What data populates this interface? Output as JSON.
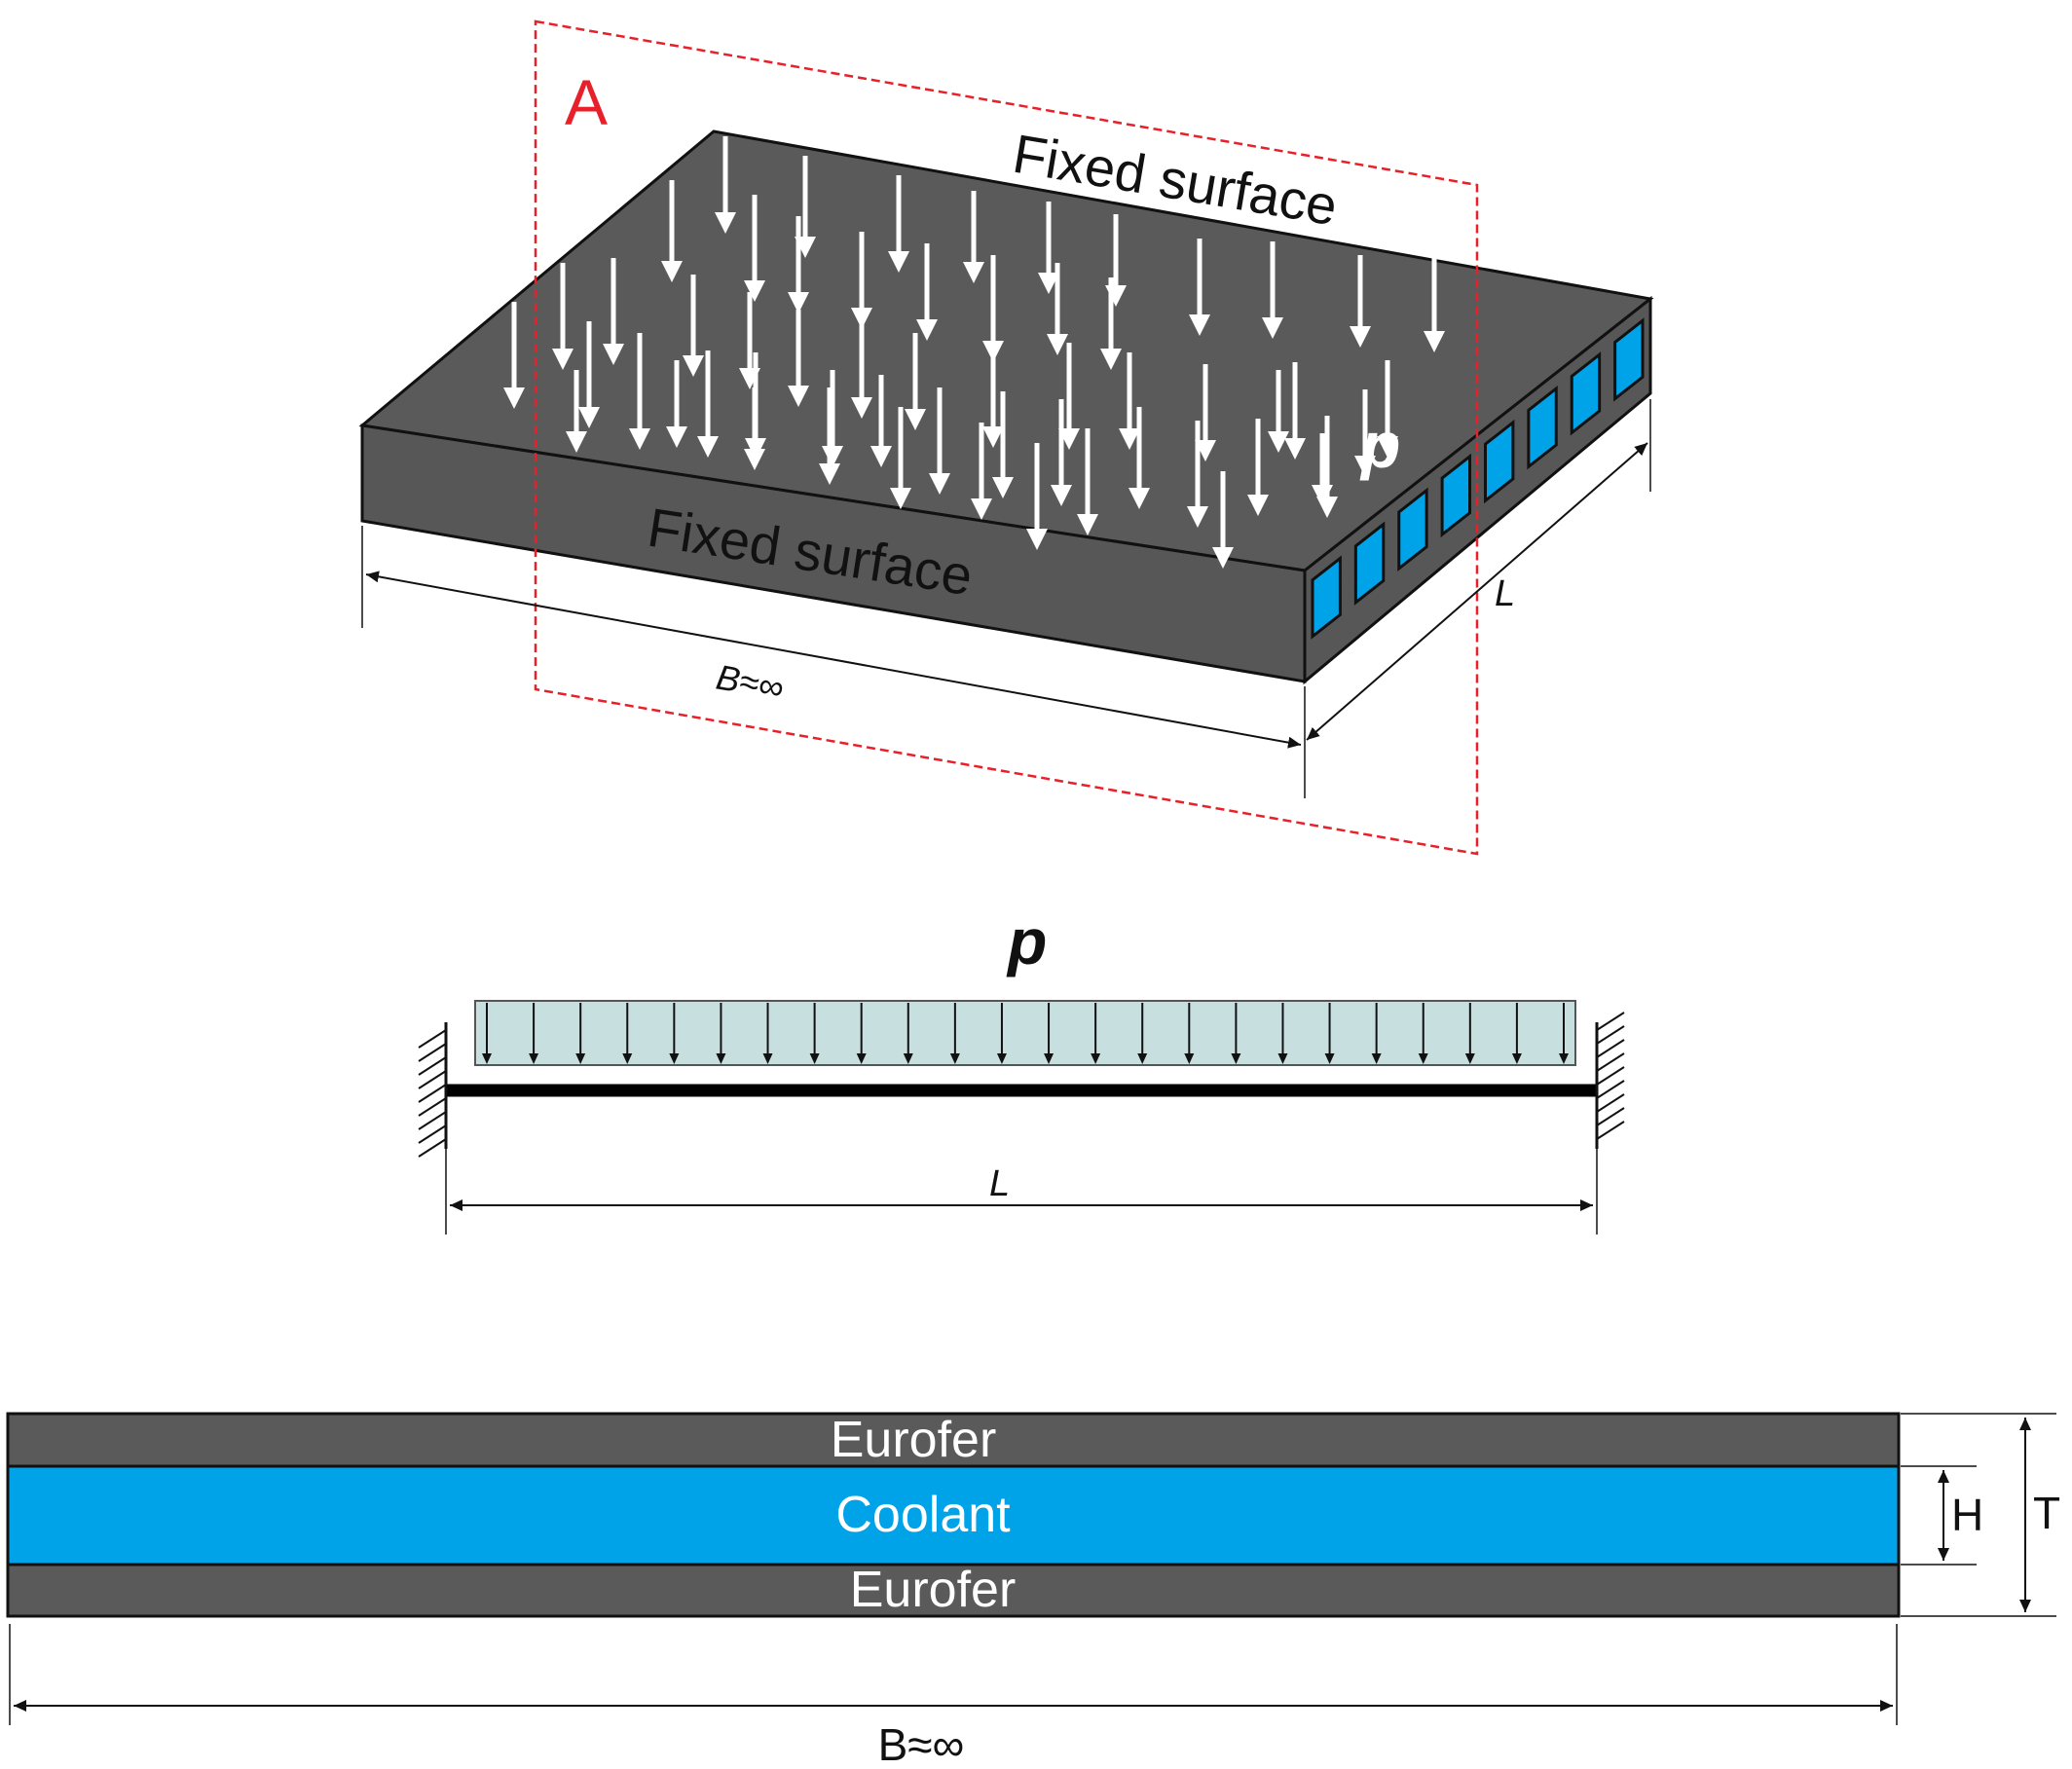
{
  "figure": {
    "section_label": "A",
    "top_surface_label": "Fixed surface",
    "front_surface_label": "Fixed surface",
    "pressure_label_3d": "p",
    "length_label_3d": "L",
    "width_label_3d": "B≈∞",
    "pressure_label_beam": "p",
    "length_label_beam": "L",
    "layer_top_label": "Eurofer",
    "layer_mid_label": "Coolant",
    "layer_bottom_label": "Eurofer",
    "height_label": "H",
    "thickness_label": "T",
    "width_label_section": "B≈∞"
  },
  "colors": {
    "steel": "#595959",
    "coolant": "#00a2e8",
    "section_plane": "#e8202a",
    "load_fill": "#c8dfe0",
    "arrow": "#ffffff",
    "outline": "#111111"
  },
  "icons": [
    "clamped-support-icon",
    "dimension-arrow-icon",
    "pressure-arrow-icon"
  ]
}
